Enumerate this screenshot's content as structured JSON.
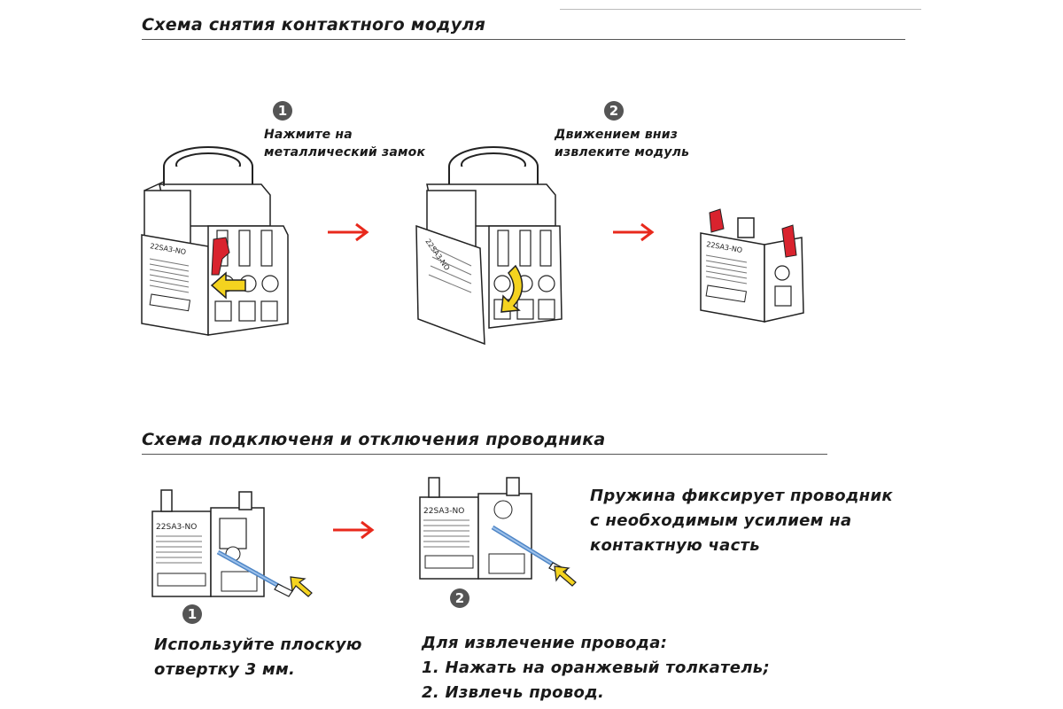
{
  "section1": {
    "title": "Схема снятия контактного модуля",
    "steps": [
      {
        "number": "1",
        "lines": [
          "Нажмите на",
          "металлический замок"
        ]
      },
      {
        "number": "2",
        "lines": [
          "Движением вниз",
          "извлеките модуль"
        ]
      }
    ]
  },
  "section2": {
    "title": "Схема подключеня и отключения проводника",
    "steps": [
      {
        "number": "1"
      },
      {
        "number": "2"
      }
    ],
    "spring_text": [
      "Пружина фиксирует проводник",
      "с необходимым усилием на",
      "контактную часть"
    ],
    "tool_text": [
      "Используйте плоскую",
      "отвертку 3 мм."
    ],
    "removal_text": [
      "Для извлечение провода:",
      "1. Нажать на оранжевый толкатель;",
      "2. Извлечь провод."
    ]
  },
  "module_label": "22SA3-NO",
  "colors": {
    "arrow": "#e8291c",
    "accent_red": "#d9232e",
    "yellow": "#f4d31f",
    "blue": "#4f86c6"
  },
  "icons": [
    "right-arrow-icon",
    "push-arrow-icon",
    "down-arrow-icon",
    "screwdriver-icon"
  ]
}
